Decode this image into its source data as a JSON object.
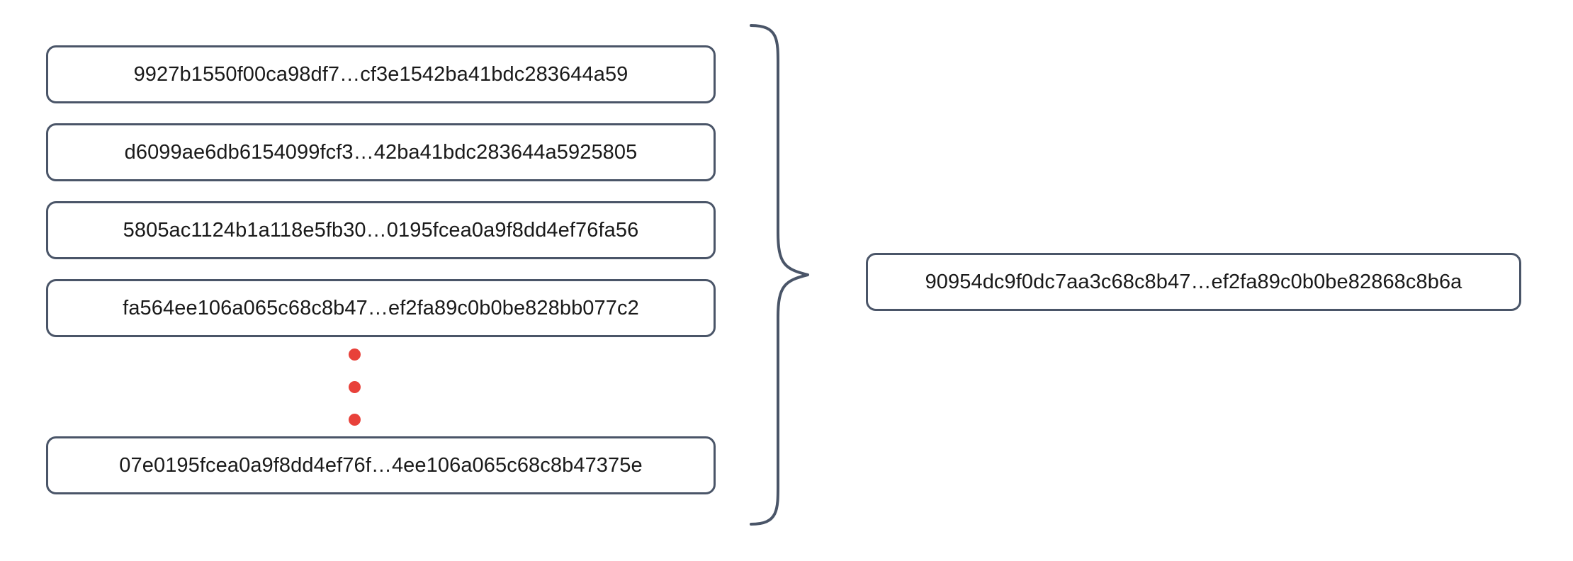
{
  "diagram": {
    "type": "hash-aggregation",
    "inputs": [
      {
        "hash": "9927b1550f00ca98df7…cf3e1542ba41bdc283644a59"
      },
      {
        "hash": "d6099ae6db6154099fcf3…42ba41bdc283644a5925805"
      },
      {
        "hash": "5805ac1124b1a118e5fb30…0195fcea0a9f8dd4ef76fa56"
      },
      {
        "hash": "fa564ee106a065c68c8b47…ef2fa89c0b0be828bb077c2"
      },
      {
        "hash": "07e0195fcea0a9f8dd4ef76f…4ee106a065c68c8b47375e"
      }
    ],
    "ellipsis": {
      "label": "vertical-ellipsis",
      "dot_count": 3,
      "color": "#e8413a"
    },
    "brace": {
      "label": "grouping-brace",
      "orientation": "right-pointing",
      "color": "#4a5568"
    },
    "output": {
      "hash": "90954dc9f0dc7aa3c68c8b47…ef2fa89c0b0be82868c8b6a"
    },
    "colors": {
      "box_border": "#4a5568",
      "text": "#1a1a1a",
      "accent": "#e8413a",
      "background": "#ffffff"
    }
  }
}
